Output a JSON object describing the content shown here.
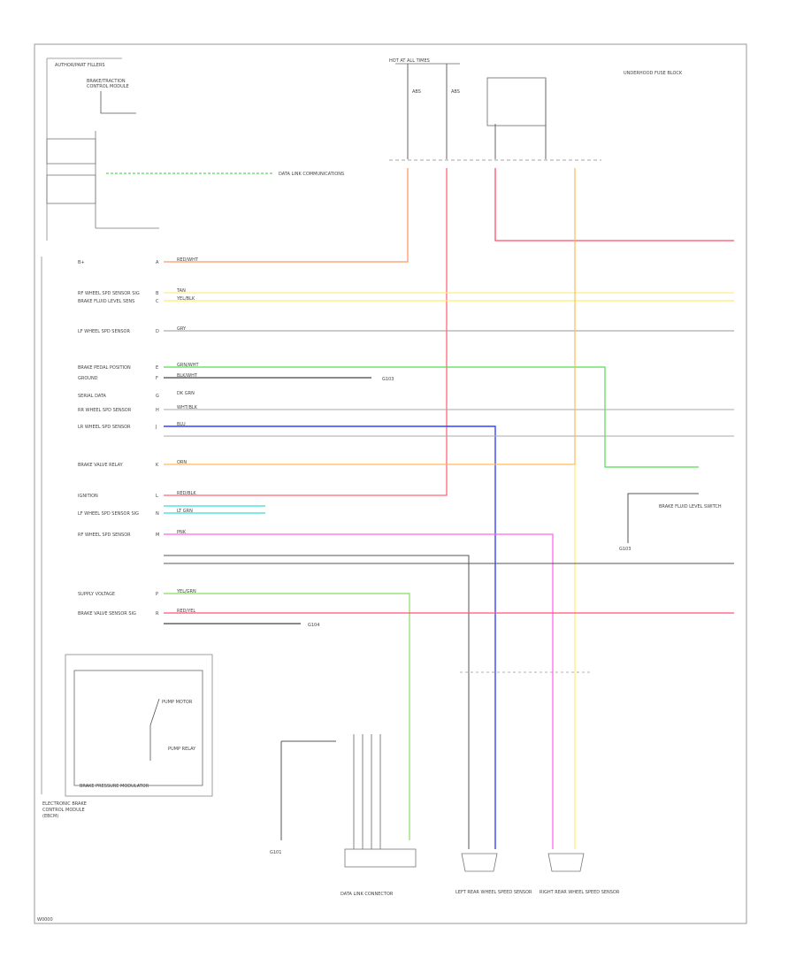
{
  "header": {
    "module_title_line1": "AUTHOR/PART FILLERS",
    "module_title_line2": "BRAKE/TRACTION",
    "module_title_line3": "CONTROL MODULE"
  },
  "fuse_block": {
    "title": "HOT AT ALL TIMES",
    "fuse_a": "ABS",
    "fuse_b": "ABS",
    "relay_title": "UNDERHOOD FUSE BLOCK"
  },
  "module": {
    "title_line1": "ELECTRONIC BRAKE",
    "title_line2": "CONTROL MODULE",
    "title_line3": "(EBCM)",
    "pressure_box": "BRAKE PRESSURE MODULATOR",
    "switch_a": "PUMP MOTOR",
    "switch_b": "PUMP RELAY"
  },
  "left_pins": [
    {
      "name": "B+",
      "pin": "A",
      "wire": "RED/WHT"
    },
    {
      "name": "RF WHEEL SPD SENSOR SIG",
      "pin": "B",
      "wire": "TAN"
    },
    {
      "name": "BRAKE FLUID LEVEL SENS",
      "pin": "C",
      "wire": "YEL/BLK"
    },
    {
      "name": "LF WHEEL SPD SENSOR",
      "pin": "D",
      "wire": "GRY"
    },
    {
      "name": "BRAKE PEDAL POSITION",
      "pin": "E",
      "wire": "GRN/WHT"
    },
    {
      "name": "GROUND",
      "pin": "F",
      "wire": "BLK/WHT"
    },
    {
      "name": "SERIAL DATA",
      "pin": "G",
      "wire": "DK GRN"
    },
    {
      "name": "RR WHEEL SPD SENSOR",
      "pin": "H",
      "wire": "WHT/BLK"
    },
    {
      "name": "LR WHEEL SPD SENSOR",
      "pin": "J",
      "wire": "BLU"
    },
    {
      "name": "BRAKE VALVE RELAY",
      "pin": "K",
      "wire": "ORN"
    },
    {
      "name": "IGNITION",
      "pin": "L",
      "wire": "RED/BLK"
    },
    {
      "name": "RF WHEEL SPD SENSOR",
      "pin": "M",
      "wire": "PNK"
    },
    {
      "name": "LF WHEEL SPD SENSOR SIG",
      "pin": "N",
      "wire": "LT GRN"
    },
    {
      "name": "SUPPLY VOLTAGE",
      "pin": "P",
      "wire": "YEL/GRN"
    },
    {
      "name": "BRAKE VALVE SENSOR SIG",
      "pin": "R",
      "wire": "RED/YEL"
    }
  ],
  "notes": {
    "data_link": "DATA LINK COMMUNICATIONS",
    "ground_a": "G103",
    "ground_b": "G104",
    "right_note": "BRAKE FLUID LEVEL SWITCH"
  },
  "bottom": {
    "ground_label": "G101",
    "connector_label": "DATA LINK CONNECTOR",
    "lr_sensor": "LEFT REAR WHEEL SPEED SENSOR",
    "rr_sensor": "RIGHT REAR WHEEL SPEED SENSOR"
  },
  "footer": {
    "code": "W0000"
  },
  "colors": {
    "red": "#ff4d6a",
    "orange": "#ff9933",
    "yellow": "#ffee66",
    "green": "#33cc33",
    "blue": "#3344ff",
    "pink": "#ff66ee",
    "cyan": "#33dddd",
    "gray": "#888888",
    "black": "#333333"
  }
}
